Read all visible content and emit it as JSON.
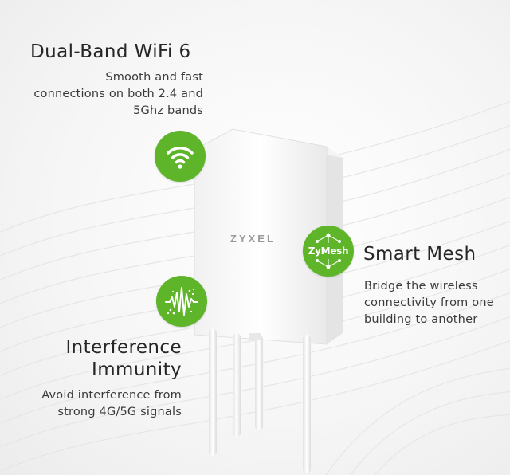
{
  "features": {
    "wifi": {
      "title": "Dual-Band WiFi 6",
      "description_lines": [
        "Smooth and fast",
        "connections on both 2.4 and",
        "5Ghz bands"
      ],
      "icon": "wifi-icon"
    },
    "interference": {
      "title_lines": [
        "Interference",
        "Immunity"
      ],
      "description_lines": [
        "Avoid interference from",
        "strong 4G/5G signals"
      ],
      "icon": "waveform-icon"
    },
    "mesh": {
      "title": "Smart Mesh",
      "icon_label": "ZyMesh",
      "description_lines": [
        "Bridge the wireless",
        "connectivity from one",
        "building to another"
      ],
      "icon": "mesh-network-icon"
    }
  },
  "device": {
    "brand": "ZYXEL"
  },
  "colors": {
    "accent_green": "#5fb52a",
    "text": "#2b2b2b"
  }
}
